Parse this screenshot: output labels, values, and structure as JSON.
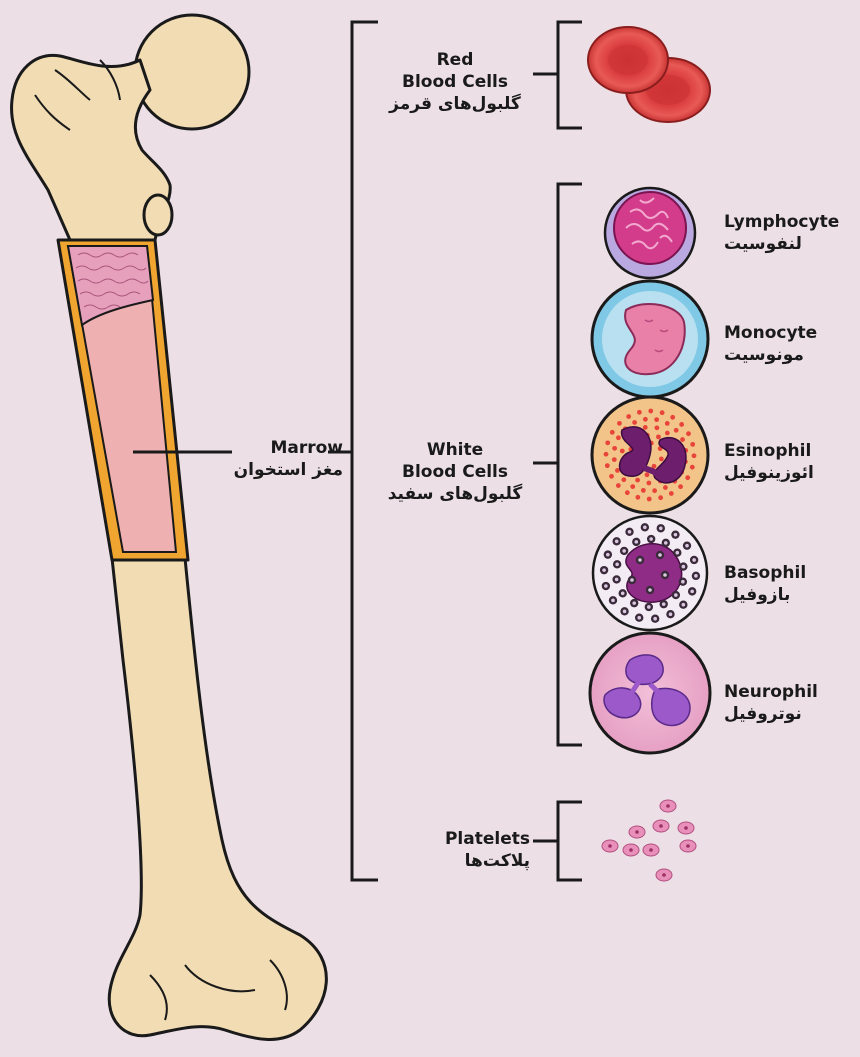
{
  "marrow": {
    "en": "Marrow",
    "fa": "مغز استخوان"
  },
  "red_blood_cells": {
    "en_line1": "Red",
    "en_line2": "Blood Cells",
    "fa": "گلبول‌های قرمز"
  },
  "white_blood_cells": {
    "en_line1": "White",
    "en_line2": "Blood Cells",
    "fa": "گلبول‌های سفید"
  },
  "platelets": {
    "en": "Platelets",
    "fa": "پلاکت‌ها"
  },
  "white_cell_types": [
    {
      "en": "Lymphocyte",
      "fa": "لنفوسیت"
    },
    {
      "en": "Monocyte",
      "fa": "مونوسیت"
    },
    {
      "en": "Esinophil",
      "fa": "ائوزینوفیل"
    },
    {
      "en": "Basophil",
      "fa": "بازوفیل"
    },
    {
      "en": "Neurophil",
      "fa": "نوتروفیل"
    }
  ],
  "colors": {
    "background": "#ecdfe5",
    "bone": "#f1dcb3",
    "bone_outline": "#1a1a1a",
    "cortex": "#f0a530",
    "marrow_cavity": "#eeb0b0",
    "spongy_marrow": "#e7a0bb",
    "red_cell": "#e0484a",
    "lymphocyte": "#d23c8a",
    "monocyte_ring": "#7fc8e6",
    "eosinophil": "#f2c48a",
    "basophil_nucleus": "#8e2c86",
    "neutrophil": "#e9a4c8",
    "neutrophil_nucleus": "#9b59c9",
    "platelet": "#e88fba"
  }
}
